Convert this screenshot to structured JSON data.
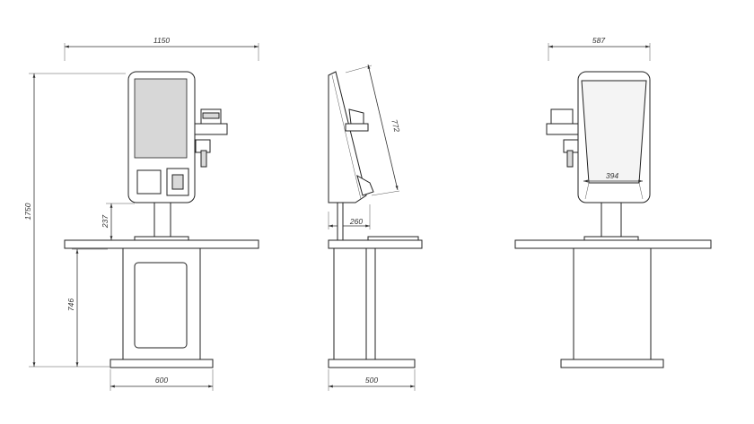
{
  "views": {
    "front": {
      "dims": {
        "width_top": "1150",
        "height_total": "1750",
        "pole_height": "237",
        "base_height": "746",
        "base_width": "600"
      }
    },
    "side": {
      "dims": {
        "screen_diag": "772",
        "depth": "260",
        "base_width": "500"
      }
    },
    "back": {
      "dims": {
        "width_top": "587",
        "inner_width": "394"
      }
    }
  }
}
